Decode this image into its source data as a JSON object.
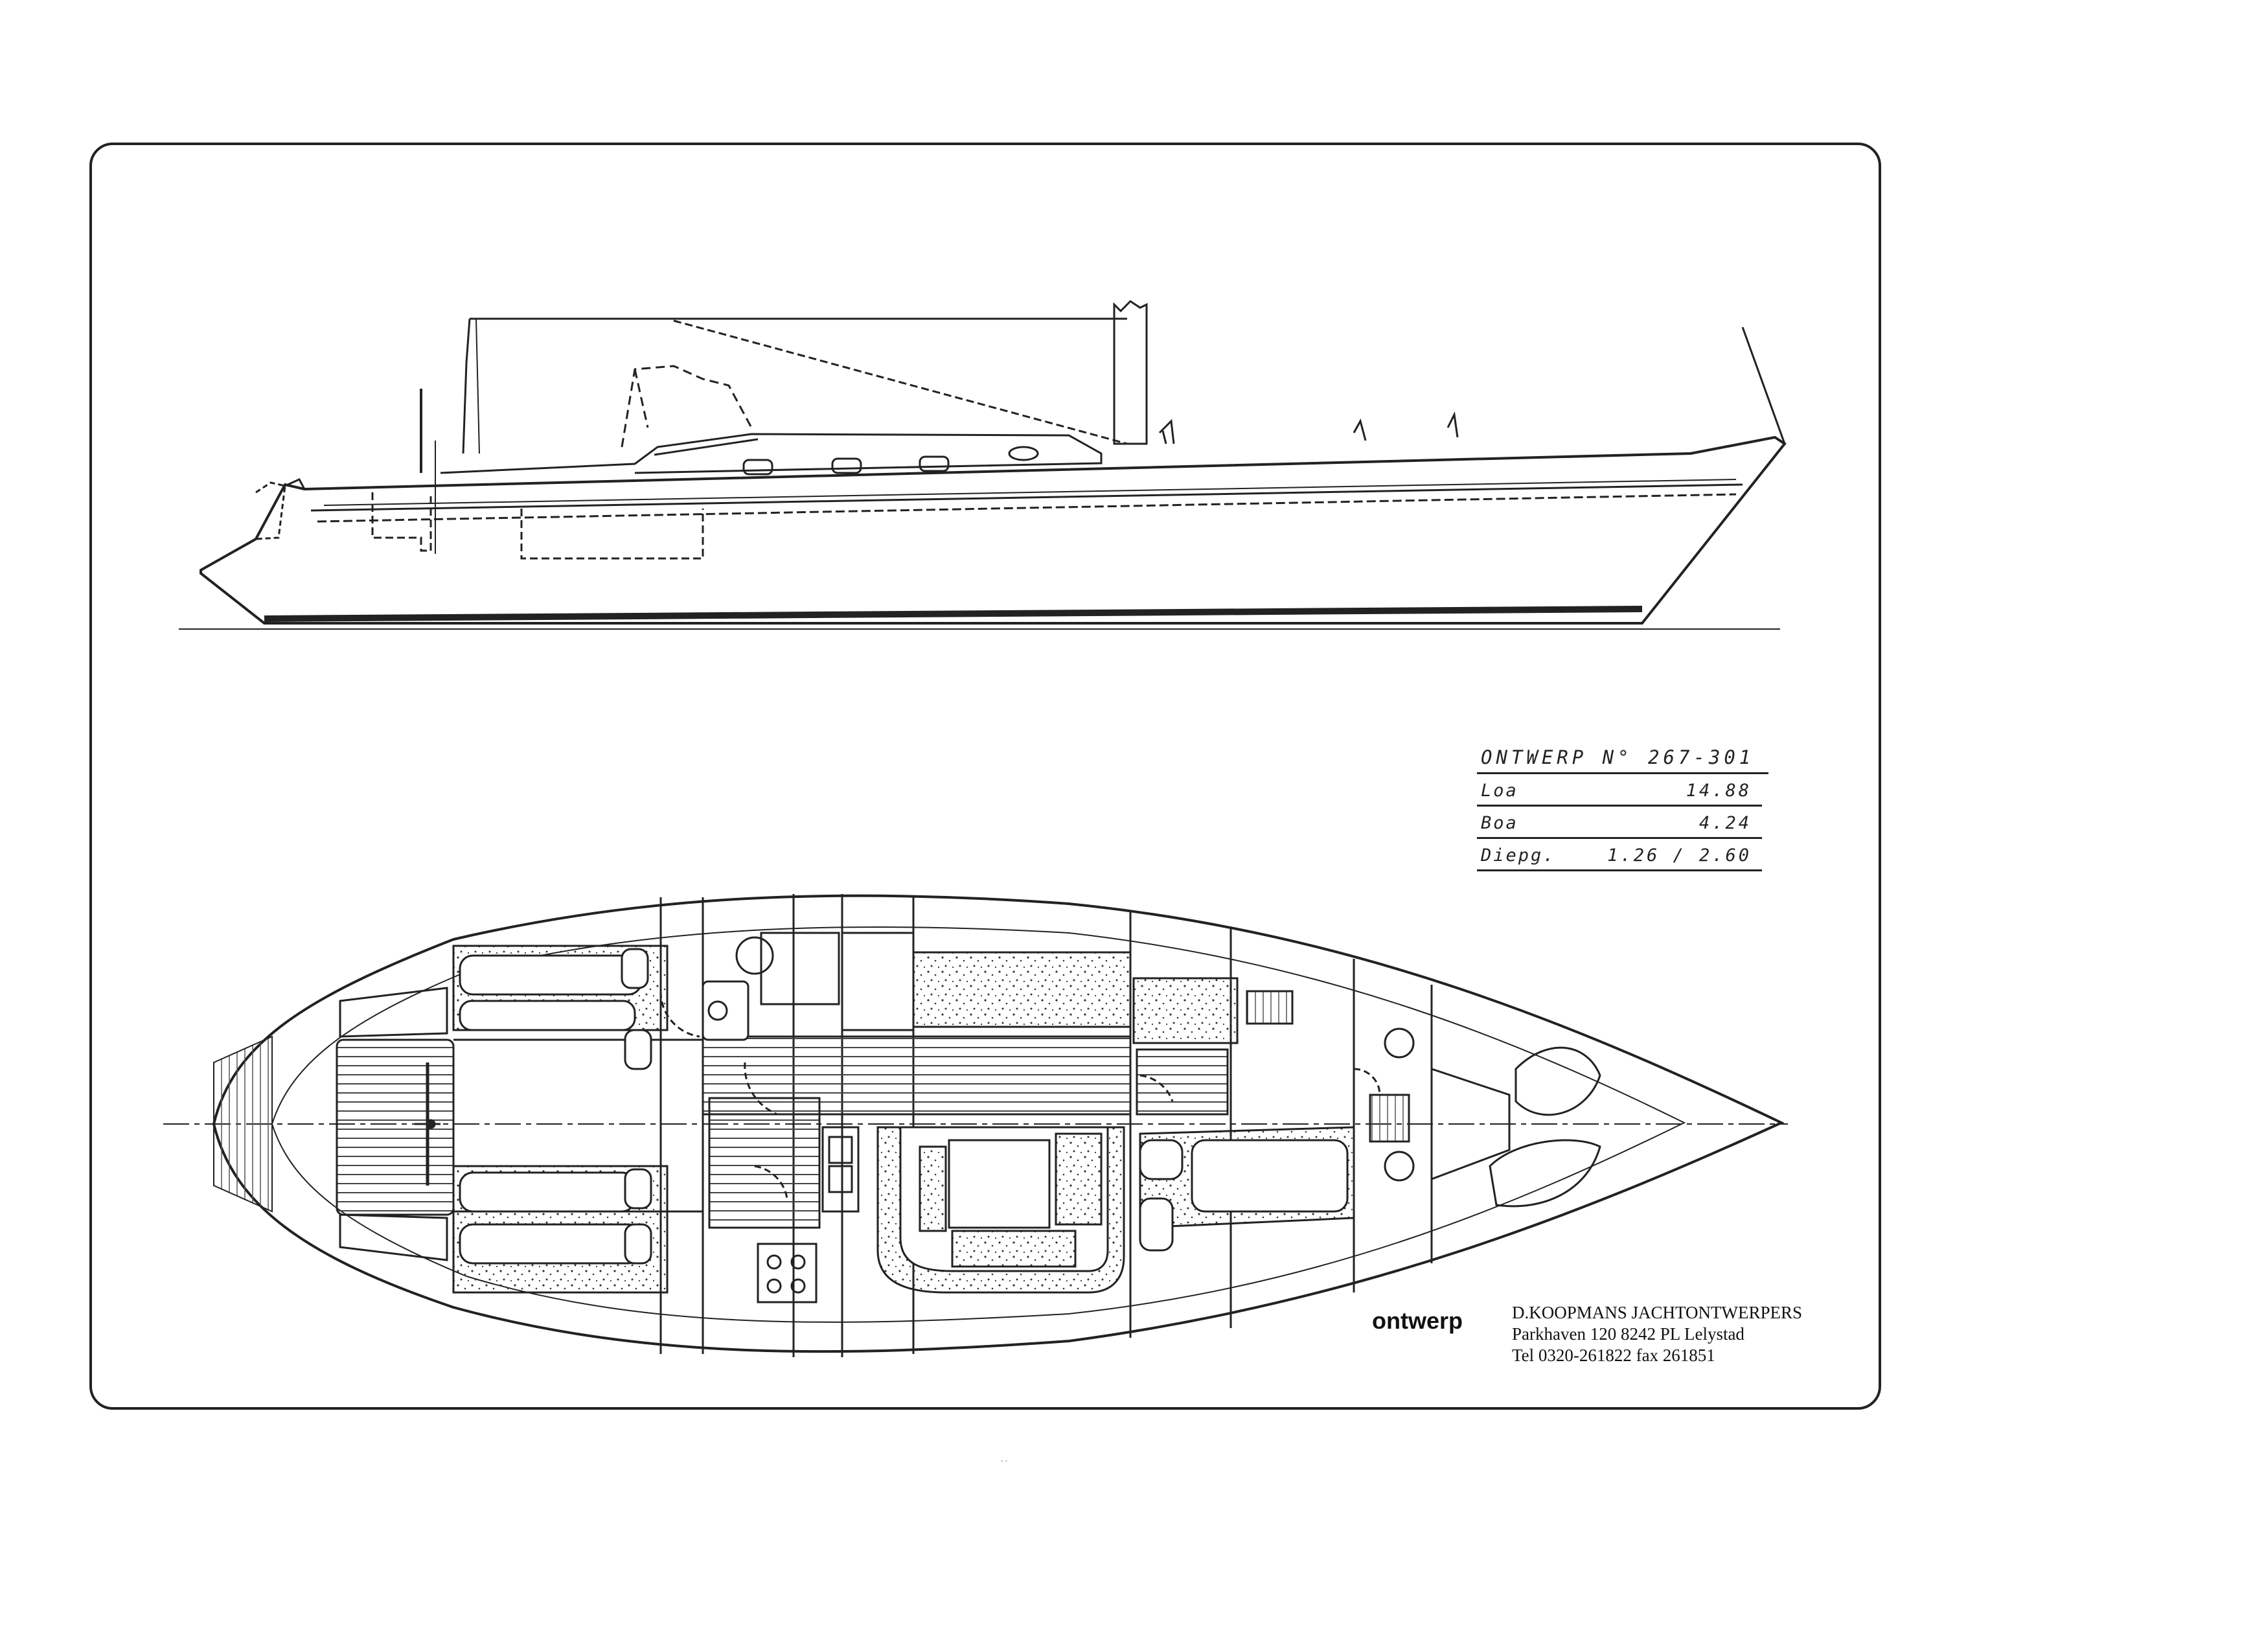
{
  "specs": {
    "title": "ONTWERP N° 267-301",
    "rows": [
      {
        "label": "Loa",
        "value": "14.88"
      },
      {
        "label": "Boa",
        "value": "4.24"
      },
      {
        "label": "Diepg.",
        "value": "1.26 / 2.60"
      }
    ]
  },
  "designer": {
    "logo_text": "ontwerp",
    "name": "D.KOOPMANS JACHTONTWERPERS",
    "address": "Parkhaven 120 8242 PL Lelystad",
    "contact": "Tel 0320-261822 fax 261851"
  },
  "page_mark": "- -",
  "colors": {
    "ink": "#222222",
    "paper": "#ffffff",
    "hatch": "#555555"
  }
}
